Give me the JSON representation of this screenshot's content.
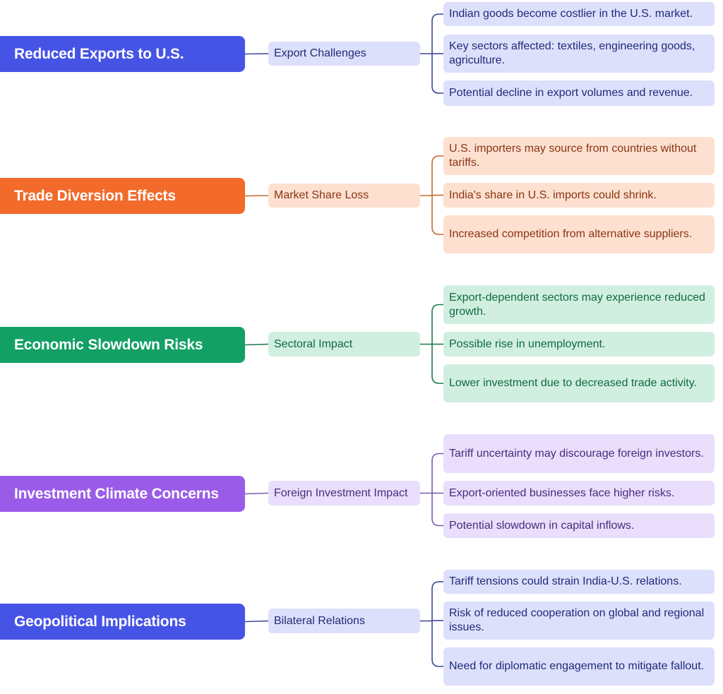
{
  "colors": {
    "blue": "#4654e6",
    "orange": "#f26b2b",
    "green": "#13a064",
    "purple": "#9a5ce8"
  },
  "branches": [
    {
      "title": "Reduced Exports to U.S.",
      "theme": "blue",
      "subtopic": "Export Challenges",
      "points": [
        "Indian goods become costlier in the U.S. market.",
        "Key sectors affected: textiles, engineering goods, agriculture.",
        "Potential decline in export volumes and revenue."
      ]
    },
    {
      "title": "Trade Diversion Effects",
      "theme": "orange",
      "subtopic": "Market Share Loss",
      "points": [
        "U.S. importers may source from countries without tariffs.",
        "India's share in U.S. imports could shrink.",
        "Increased competition from alternative suppliers."
      ]
    },
    {
      "title": "Economic Slowdown Risks",
      "theme": "green",
      "subtopic": "Sectoral Impact",
      "points": [
        "Export-dependent sectors may experience reduced growth.",
        "Possible rise in unemployment.",
        "Lower investment due to decreased trade activity."
      ]
    },
    {
      "title": "Investment Climate Concerns",
      "theme": "purple",
      "subtopic": "Foreign Investment Impact",
      "points": [
        "Tariff uncertainty may discourage foreign investors.",
        "Export-oriented businesses face higher risks.",
        "Potential slowdown in capital inflows."
      ]
    },
    {
      "title": "Geopolitical Implications",
      "theme": "blue",
      "subtopic": "Bilateral Relations",
      "points": [
        "Tariff tensions could strain India-U.S. relations.",
        "Risk of reduced cooperation on global and regional issues.",
        "Need for diplomatic engagement to mitigate fallout."
      ]
    }
  ]
}
